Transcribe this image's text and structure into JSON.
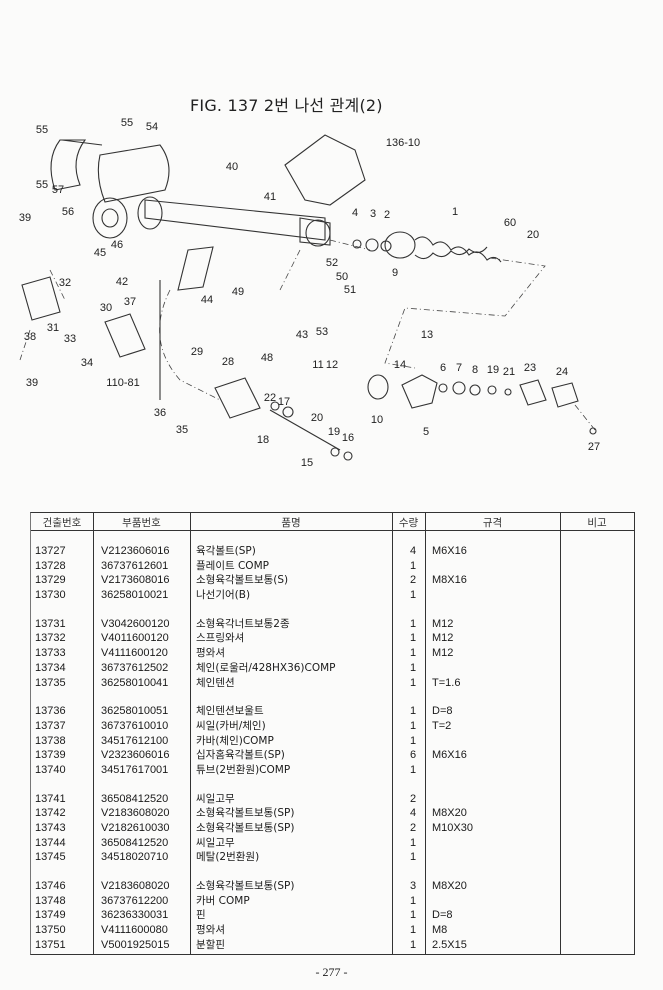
{
  "figure": {
    "title": "FIG. 137 2번 나선 관계(2)",
    "callouts": [
      "55",
      "55",
      "54",
      "55",
      "57",
      "56",
      "40",
      "41",
      "45",
      "46",
      "42",
      "44",
      "49",
      "52",
      "50",
      "43",
      "53",
      "48",
      "39",
      "32",
      "38",
      "31",
      "33",
      "34",
      "30",
      "37",
      "39",
      "110-81",
      "29",
      "28",
      "11",
      "12",
      "136-10",
      "4",
      "3",
      "2",
      "1",
      "60",
      "20",
      "9",
      "51",
      "13",
      "14",
      "6",
      "7",
      "8",
      "19",
      "21",
      "23",
      "24",
      "10",
      "5",
      "27",
      "36",
      "35",
      "22",
      "17",
      "18",
      "20",
      "19",
      "16",
      "15"
    ]
  },
  "table": {
    "headers": [
      "건출번호",
      "부품번호",
      "품명",
      "수량",
      "규격",
      "비고"
    ],
    "groups": [
      [
        [
          "13727",
          "V2123606016",
          "육각볼트(SP)",
          "4",
          "M6X16"
        ],
        [
          "13728",
          "36737612601",
          "플레이트 COMP",
          "1",
          ""
        ],
        [
          "13729",
          "V2173608016",
          "소형육각볼트보통(S)",
          "2",
          "M8X16"
        ],
        [
          "13730",
          "36258010021",
          "나선기어(B)",
          "1",
          ""
        ]
      ],
      [
        [
          "13731",
          "V3042600120",
          "소형육각너트보통2종",
          "1",
          "M12"
        ],
        [
          "13732",
          "V4011600120",
          "스프링와셔",
          "1",
          "M12"
        ],
        [
          "13733",
          "V4111600120",
          "평와셔",
          "1",
          "M12"
        ],
        [
          "13734",
          "36737612502",
          "체인(로울러/428HX36)COMP",
          "1",
          ""
        ],
        [
          "13735",
          "36258010041",
          "체인텐션",
          "1",
          "T=1.6"
        ]
      ],
      [
        [
          "13736",
          "36258010051",
          "체인텐션보울트",
          "1",
          "D=8"
        ],
        [
          "13737",
          "36737610010",
          "씨일(카버/체인)",
          "1",
          "T=2"
        ],
        [
          "13738",
          "34517612100",
          "카바(체인)COMP",
          "1",
          ""
        ],
        [
          "13739",
          "V2323606016",
          "십자홈육각볼트(SP)",
          "6",
          "M6X16"
        ],
        [
          "13740",
          "34517617001",
          "튜브(2번환원)COMP",
          "1",
          ""
        ]
      ],
      [
        [
          "13741",
          "36508412520",
          "씨일고무",
          "2",
          ""
        ],
        [
          "13742",
          "V2183608020",
          "소형육각볼트보통(SP)",
          "4",
          "M8X20"
        ],
        [
          "13743",
          "V2182610030",
          "소형육각볼트보통(SP)",
          "2",
          "M10X30"
        ],
        [
          "13744",
          "36508412520",
          "씨일고무",
          "1",
          ""
        ],
        [
          "13745",
          "34518020710",
          "메탈(2번환원)",
          "1",
          ""
        ]
      ],
      [
        [
          "13746",
          "V2183608020",
          "소형육각볼트보통(SP)",
          "3",
          "M8X20"
        ],
        [
          "13748",
          "36737612200",
          "카버 COMP",
          "1",
          ""
        ],
        [
          "13749",
          "36236330031",
          "핀",
          "1",
          "D=8"
        ],
        [
          "13750",
          "V4111600080",
          "평와셔",
          "1",
          "M8"
        ],
        [
          "13751",
          "V5001925015",
          "분할핀",
          "1",
          "2.5X15"
        ]
      ]
    ]
  },
  "page_number": "- 277 -"
}
